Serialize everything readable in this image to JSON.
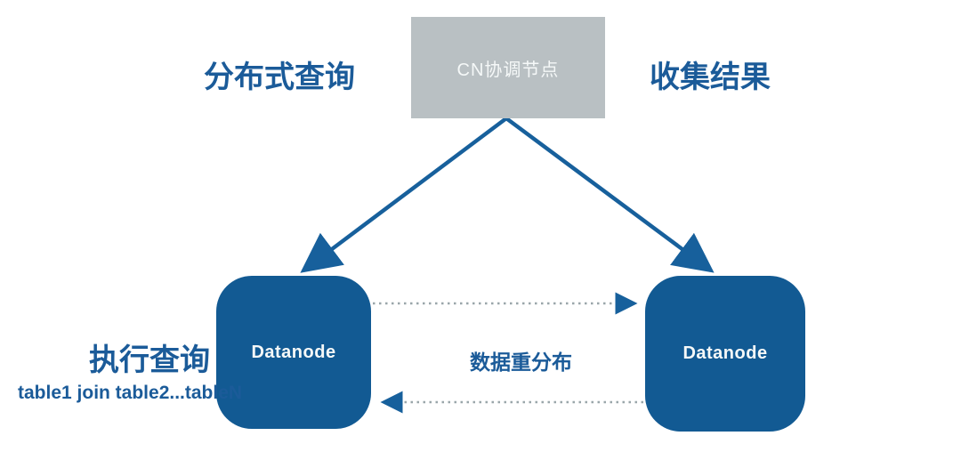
{
  "page": {
    "background": "#ffffff"
  },
  "colors": {
    "page_bg": "#ffffff",
    "node_blue": "#125a93",
    "arrow_blue": "#17609c",
    "text_blue": "#1b5b99",
    "gray_box": "#b9c0c3",
    "dot_gray": "#9aa6aa",
    "text_white": "#f5f8f8"
  },
  "coordinator": {
    "label": "CN协调节点"
  },
  "datanodes": [
    {
      "label": "Datanode"
    },
    {
      "label": "Datanode"
    }
  ],
  "annotations": {
    "top_left": "分布式查询",
    "top_right": "收集结果",
    "left_title": "执行查询",
    "left_subtitle": "table1 join table2...tableN",
    "center": "数据重分布"
  }
}
